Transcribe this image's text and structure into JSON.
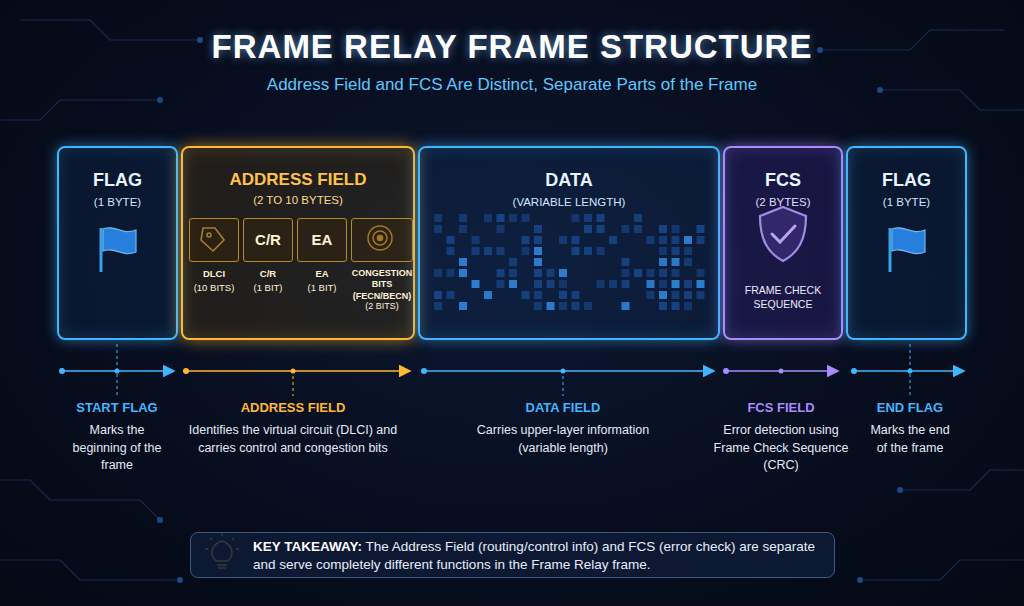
{
  "diagram": {
    "title": "FRAME RELAY FRAME STRUCTURE",
    "caption": "Address Field and FCS Are Distinct, Separate Parts of the Frame",
    "nodes": [
      {
        "text": [
          "FLAG",
          "(1 BYTE)"
        ]
      },
      {
        "text": [
          "ADDRESS FIELD",
          "(2 TO 10 BYTES)"
        ]
      },
      {
        "text": [
          "DLCI",
          "(10 BITS)"
        ],
        "in": 1
      },
      {
        "text": [
          "C/R",
          "C/R",
          "(1 BIT)"
        ],
        "in": 1
      },
      {
        "text": [
          "EA",
          "EA",
          "(1 BIT)"
        ],
        "in": 1
      },
      {
        "text": [
          "CONGESTION BITS (FECN/BECN)",
          "(2 BITS)"
        ],
        "in": 1
      },
      {
        "text": [
          "DATA",
          "(VARIABLE LENGTH)"
        ]
      },
      {
        "text": [
          "FCS",
          "(2 BYTES)",
          "FRAME CHECK SEQUENCE"
        ]
      },
      {
        "text": [
          "FLAG",
          "(1 BYTE)"
        ]
      },
      {
        "text": [
          "KEY TAKEAWAY:",
          "The Address Field (routing/control info) and FCS (error check) are separate and serve completely different functions in the Frame Relay frame."
        ]
      }
    ],
    "labels": [
      "START FLAG",
      "Marks the beginning of the frame",
      "ADDRESS FIELD",
      "Identifies the virtual circuit (DLCI) and carries control and congestion bits",
      "DATA FIELD",
      "Carries upper-layer information (variable length)",
      "FCS FIELD",
      "Error detection using Frame Check Sequence (CRC)",
      "END FLAG",
      "Marks the end of the frame"
    ]
  }
}
